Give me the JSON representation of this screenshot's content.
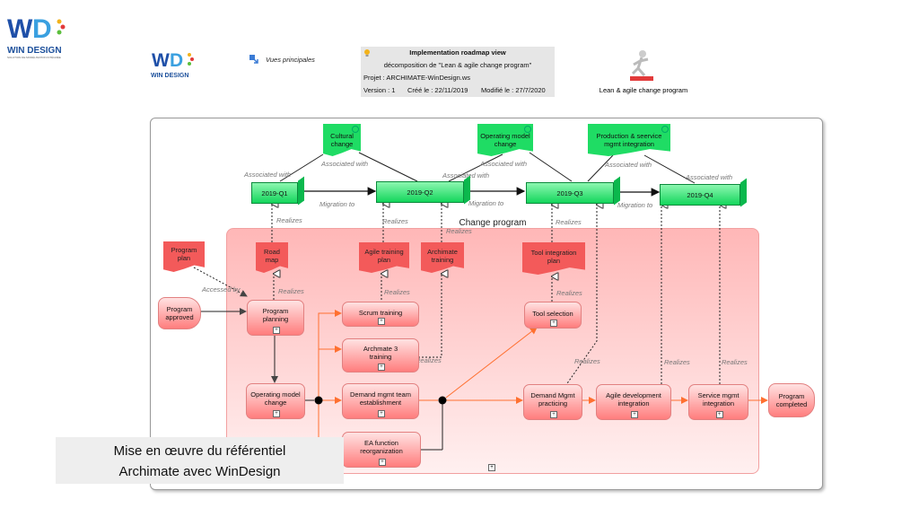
{
  "logo_top": {
    "brand": "WIN DESIGN",
    "tagline": "SOLUTION DE MODÉLISATION INTÉGRÉE"
  },
  "logo_small": {
    "brand": "WIN DESIGN"
  },
  "vues": {
    "label": "Vues principales"
  },
  "header": {
    "title": "Implementation roadmap view",
    "subtitle": "décomposition de \"Lean & agile change program\"",
    "project": "Projet : ARCHIMATE-WinDesign.ws",
    "version": "Version : 1",
    "created": "Créé le : 22/11/2019",
    "modified": "Modifié le : 27/7/2020"
  },
  "program_icon_label": "Lean & agile change program",
  "group_title": "Change program",
  "plateaus": [
    "2019-Q1",
    "2019-Q2",
    "2019-Q3",
    "2019-Q4"
  ],
  "work_packages": [
    "Cultural change",
    "Operating model change",
    "Production & seervice mgmt integration"
  ],
  "deliverables": [
    "Program plan",
    "Road map",
    "Agile training plan",
    "Archimate training",
    "Tool integration plan"
  ],
  "processes": {
    "program_approved": "Program approved",
    "program_planning": "Program planning",
    "scrum_training": "Scrum training",
    "archimate3_training": "Archmate 3 training",
    "tool_selection": "Tool selection",
    "operating_model_change": "Operating model change",
    "demand_mgmt_team": "Demand mgmt team establishment",
    "ea_function": "EA function reorganization",
    "demand_mgmt_practicing": "Demand Mgmt practicing",
    "agile_dev_integration": "Agile development integration",
    "service_mgmt_integration": "Service mgmt integration",
    "program_completed": "Program completed"
  },
  "relations": {
    "associated_with": "Associated with",
    "migration_to": "Migration to",
    "realizes": "Realizes",
    "accessed_by": "Accessed by"
  },
  "caption": {
    "line1": "Mise en œuvre du référentiel",
    "line2": "Archimate avec WinDesign"
  },
  "colors": {
    "plateau": "#14d65c",
    "process": "#ff7d7d",
    "deliverable": "#f35a5a",
    "group": "#ffb7b7"
  }
}
